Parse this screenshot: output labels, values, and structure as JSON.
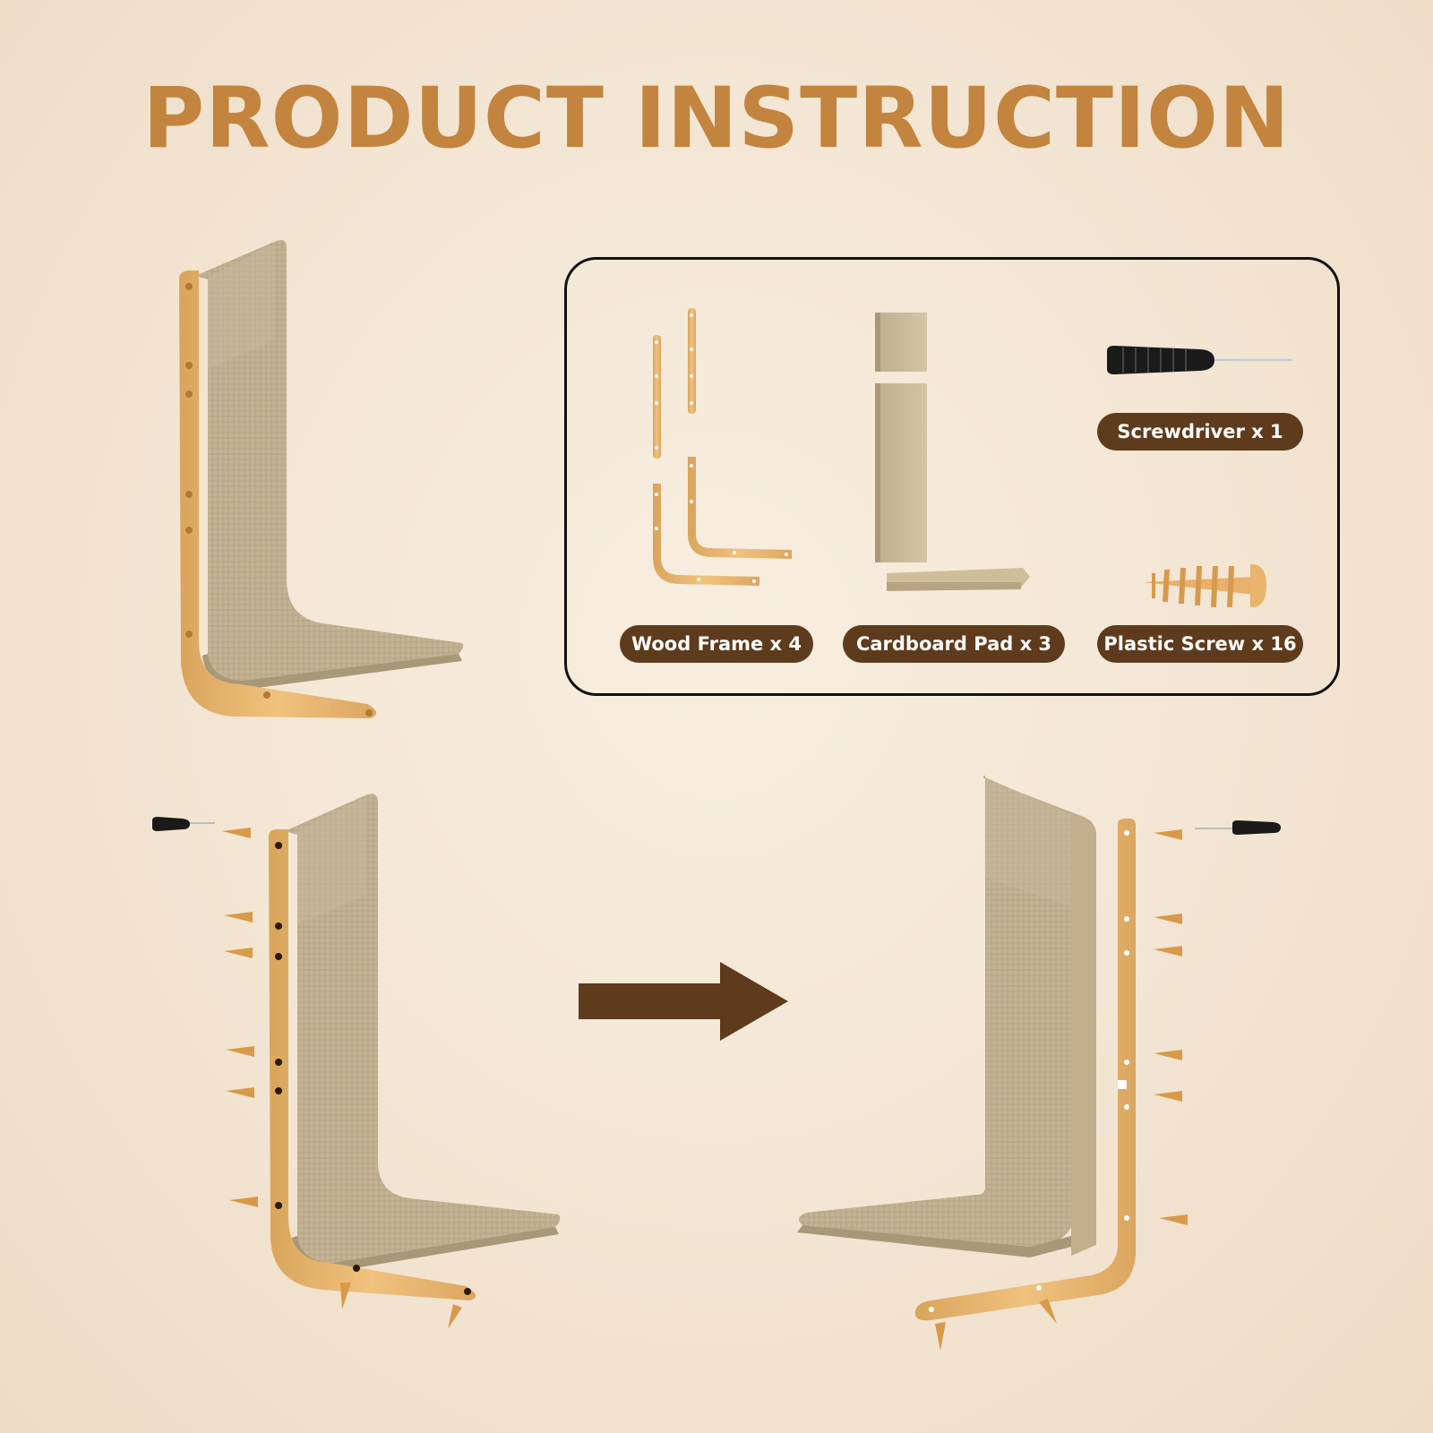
{
  "title": "PRODUCT INSTRUCTION",
  "parts": [
    {
      "label": "Wood Frame x 4"
    },
    {
      "label": "Cardboard Pad x 3"
    },
    {
      "label": "Screwdriver x 1"
    },
    {
      "label": "Plastic Screw x 16"
    }
  ],
  "colors": {
    "title": "#c2843e",
    "pill": "#5e3b1c",
    "arrow": "#5e3b1c",
    "wood": "#e7b46b",
    "cardboard": "#c8b89b"
  },
  "icons": [
    "screwdriver-icon",
    "plastic-screw-icon",
    "arrow-right-icon"
  ]
}
